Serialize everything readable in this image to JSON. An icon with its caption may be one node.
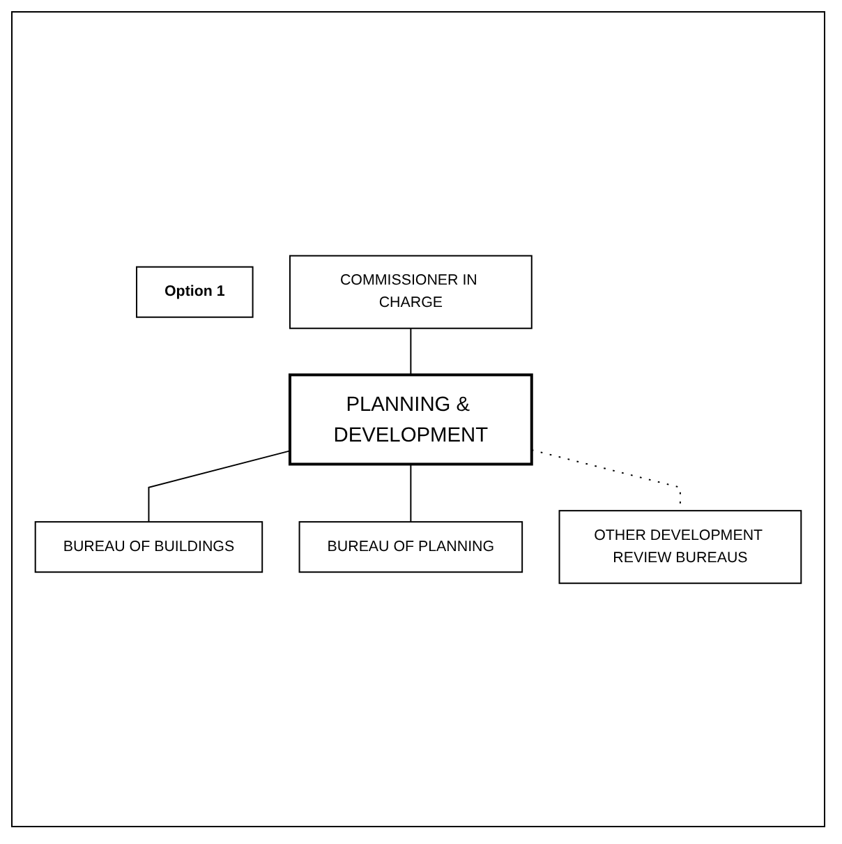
{
  "diagram": {
    "nodes": [
      {
        "text": [
          "Option 1"
        ]
      },
      {
        "text": [
          "COMMISSIONER IN CHARGE"
        ]
      },
      {
        "text": [
          "PLANNING & DEVELOPMENT"
        ]
      },
      {
        "text": [
          "BUREAU OF BUILDINGS"
        ]
      },
      {
        "text": [
          "BUREAU OF PLANNING"
        ]
      },
      {
        "text": [
          "OTHER DEVELOPMENT REVIEW BUREAUS"
        ]
      }
    ],
    "edges": [
      {
        "from": 1,
        "to": 2,
        "arrow": "none"
      },
      {
        "from": 2,
        "to": 3,
        "arrow": "none"
      },
      {
        "from": 2,
        "to": 4,
        "arrow": "none"
      },
      {
        "from": 2,
        "to": 5,
        "arrow": "none",
        "style": "dashed"
      }
    ]
  }
}
